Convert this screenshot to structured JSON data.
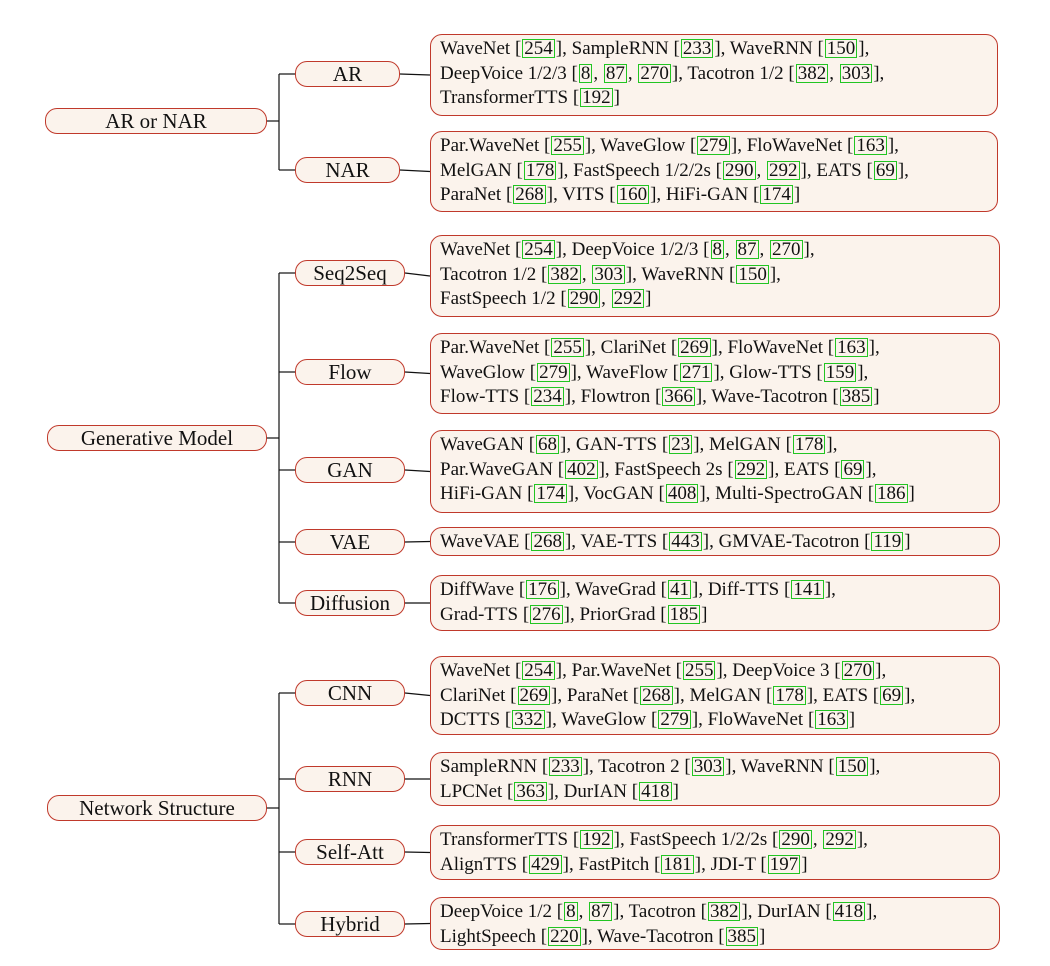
{
  "accent_colors": {
    "box_border": "#c0392b",
    "box_fill": "#fbf3ec",
    "citation_outline": "#22c522"
  },
  "groups": [
    {
      "label": "AR or NAR",
      "branches": [
        {
          "label": "AR",
          "lines": [
            [
              [
                "WaveNet ["
              ],
              [
                "254",
                1
              ],
              [
                "], SampleRNN ["
              ],
              [
                "233",
                1
              ],
              [
                "], WaveRNN ["
              ],
              [
                "150",
                1
              ],
              [
                "],"
              ]
            ],
            [
              [
                "DeepVoice 1/2/3 ["
              ],
              [
                "8",
                1
              ],
              [
                ", "
              ],
              [
                "87",
                1
              ],
              [
                ", "
              ],
              [
                "270",
                1
              ],
              [
                "], Tacotron 1/2 ["
              ],
              [
                "382",
                1
              ],
              [
                ", "
              ],
              [
                "303",
                1
              ],
              [
                "],"
              ]
            ],
            [
              [
                "TransformerTTS ["
              ],
              [
                "192",
                1
              ],
              [
                "]"
              ]
            ]
          ]
        },
        {
          "label": "NAR",
          "lines": [
            [
              [
                "Par.WaveNet ["
              ],
              [
                "255",
                1
              ],
              [
                "], WaveGlow ["
              ],
              [
                "279",
                1
              ],
              [
                "], FloWaveNet ["
              ],
              [
                "163",
                1
              ],
              [
                "],"
              ]
            ],
            [
              [
                "MelGAN ["
              ],
              [
                "178",
                1
              ],
              [
                "], FastSpeech 1/2/2s ["
              ],
              [
                "290",
                1
              ],
              [
                ", "
              ],
              [
                "292",
                1
              ],
              [
                "], EATS ["
              ],
              [
                "69",
                1
              ],
              [
                "],"
              ]
            ],
            [
              [
                "ParaNet ["
              ],
              [
                "268",
                1
              ],
              [
                "], VITS ["
              ],
              [
                "160",
                1
              ],
              [
                "], HiFi-GAN ["
              ],
              [
                "174",
                1
              ],
              [
                "]"
              ]
            ]
          ]
        }
      ]
    },
    {
      "label": "Generative Model",
      "branches": [
        {
          "label": "Seq2Seq",
          "lines": [
            [
              [
                "WaveNet ["
              ],
              [
                "254",
                1
              ],
              [
                "], DeepVoice 1/2/3 ["
              ],
              [
                "8",
                1
              ],
              [
                ", "
              ],
              [
                "87",
                1
              ],
              [
                ", "
              ],
              [
                "270",
                1
              ],
              [
                "],"
              ]
            ],
            [
              [
                "Tacotron 1/2 ["
              ],
              [
                "382",
                1
              ],
              [
                ", "
              ],
              [
                "303",
                1
              ],
              [
                "], WaveRNN ["
              ],
              [
                "150",
                1
              ],
              [
                "],"
              ]
            ],
            [
              [
                "FastSpeech 1/2 ["
              ],
              [
                "290",
                1
              ],
              [
                ", "
              ],
              [
                "292",
                1
              ],
              [
                "]"
              ]
            ]
          ]
        },
        {
          "label": "Flow",
          "lines": [
            [
              [
                "Par.WaveNet ["
              ],
              [
                "255",
                1
              ],
              [
                "], ClariNet ["
              ],
              [
                "269",
                1
              ],
              [
                "], FloWaveNet ["
              ],
              [
                "163",
                1
              ],
              [
                "],"
              ]
            ],
            [
              [
                "WaveGlow ["
              ],
              [
                "279",
                1
              ],
              [
                "], WaveFlow ["
              ],
              [
                "271",
                1
              ],
              [
                "], Glow-TTS ["
              ],
              [
                "159",
                1
              ],
              [
                "],"
              ]
            ],
            [
              [
                "Flow-TTS ["
              ],
              [
                "234",
                1
              ],
              [
                "], Flowtron ["
              ],
              [
                "366",
                1
              ],
              [
                "], Wave-Tacotron ["
              ],
              [
                "385",
                1
              ],
              [
                "]"
              ]
            ]
          ]
        },
        {
          "label": "GAN",
          "lines": [
            [
              [
                "WaveGAN ["
              ],
              [
                "68",
                1
              ],
              [
                "], GAN-TTS ["
              ],
              [
                "23",
                1
              ],
              [
                "], MelGAN ["
              ],
              [
                "178",
                1
              ],
              [
                "],"
              ]
            ],
            [
              [
                "Par.WaveGAN ["
              ],
              [
                "402",
                1
              ],
              [
                "], FastSpeech 2s ["
              ],
              [
                "292",
                1
              ],
              [
                "], EATS ["
              ],
              [
                "69",
                1
              ],
              [
                "],"
              ]
            ],
            [
              [
                "HiFi-GAN ["
              ],
              [
                "174",
                1
              ],
              [
                "], VocGAN ["
              ],
              [
                "408",
                1
              ],
              [
                "], Multi-SpectroGAN ["
              ],
              [
                "186",
                1
              ],
              [
                "]"
              ]
            ]
          ]
        },
        {
          "label": "VAE",
          "lines": [
            [
              [
                "WaveVAE ["
              ],
              [
                "268",
                1
              ],
              [
                "], VAE-TTS ["
              ],
              [
                "443",
                1
              ],
              [
                "], GMVAE-Tacotron ["
              ],
              [
                "119",
                1
              ],
              [
                "]"
              ]
            ]
          ]
        },
        {
          "label": "Diffusion",
          "lines": [
            [
              [
                "DiffWave ["
              ],
              [
                "176",
                1
              ],
              [
                "], WaveGrad ["
              ],
              [
                "41",
                1
              ],
              [
                "], Diff-TTS ["
              ],
              [
                "141",
                1
              ],
              [
                "],"
              ]
            ],
            [
              [
                "Grad-TTS ["
              ],
              [
                "276",
                1
              ],
              [
                "], PriorGrad ["
              ],
              [
                "185",
                1
              ],
              [
                "]"
              ]
            ]
          ]
        }
      ]
    },
    {
      "label": "Network Structure",
      "branches": [
        {
          "label": "CNN",
          "lines": [
            [
              [
                "WaveNet ["
              ],
              [
                "254",
                1
              ],
              [
                "], Par.WaveNet ["
              ],
              [
                "255",
                1
              ],
              [
                "], DeepVoice 3 ["
              ],
              [
                "270",
                1
              ],
              [
                "],"
              ]
            ],
            [
              [
                "ClariNet ["
              ],
              [
                "269",
                1
              ],
              [
                "], ParaNet ["
              ],
              [
                "268",
                1
              ],
              [
                "], MelGAN ["
              ],
              [
                "178",
                1
              ],
              [
                "], EATS ["
              ],
              [
                "69",
                1
              ],
              [
                "],"
              ]
            ],
            [
              [
                "DCTTS ["
              ],
              [
                "332",
                1
              ],
              [
                "], WaveGlow ["
              ],
              [
                "279",
                1
              ],
              [
                "], FloWaveNet ["
              ],
              [
                "163",
                1
              ],
              [
                "]"
              ]
            ]
          ]
        },
        {
          "label": "RNN",
          "lines": [
            [
              [
                "SampleRNN ["
              ],
              [
                "233",
                1
              ],
              [
                "], Tacotron 2 ["
              ],
              [
                "303",
                1
              ],
              [
                "], WaveRNN ["
              ],
              [
                "150",
                1
              ],
              [
                "],"
              ]
            ],
            [
              [
                "LPCNet ["
              ],
              [
                "363",
                1
              ],
              [
                "], DurIAN ["
              ],
              [
                "418",
                1
              ],
              [
                "]"
              ]
            ]
          ]
        },
        {
          "label": "Self-Att",
          "lines": [
            [
              [
                "TransformerTTS ["
              ],
              [
                "192",
                1
              ],
              [
                "], FastSpeech 1/2/2s ["
              ],
              [
                "290",
                1
              ],
              [
                ", "
              ],
              [
                "292",
                1
              ],
              [
                "],"
              ]
            ],
            [
              [
                "AlignTTS ["
              ],
              [
                "429",
                1
              ],
              [
                "], FastPitch ["
              ],
              [
                "181",
                1
              ],
              [
                "], JDI-T ["
              ],
              [
                "197",
                1
              ],
              [
                "]"
              ]
            ]
          ]
        },
        {
          "label": "Hybrid",
          "lines": [
            [
              [
                "DeepVoice 1/2 ["
              ],
              [
                "8",
                1
              ],
              [
                ", "
              ],
              [
                "87",
                1
              ],
              [
                "], Tacotron ["
              ],
              [
                "382",
                1
              ],
              [
                "], DurIAN ["
              ],
              [
                "418",
                1
              ],
              [
                "],"
              ]
            ],
            [
              [
                "LightSpeech ["
              ],
              [
                "220",
                1
              ],
              [
                "], Wave-Tacotron ["
              ],
              [
                "385",
                1
              ],
              [
                "]"
              ]
            ]
          ]
        }
      ]
    }
  ]
}
